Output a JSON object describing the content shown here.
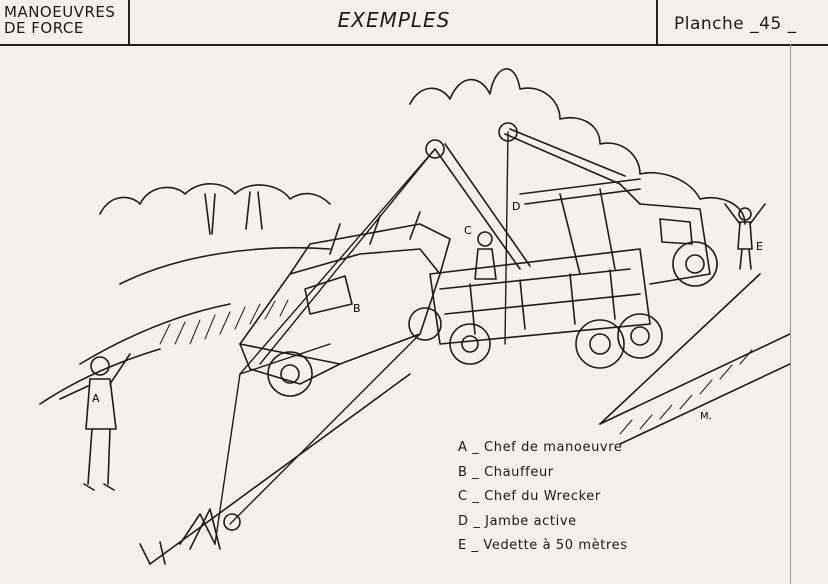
{
  "header": {
    "left_line1": "MANOEUVRES",
    "left_line2": "DE FORCE",
    "title": "EXEMPLES",
    "plate": "Planche _45 _"
  },
  "illustration": {
    "letters": {
      "a": "A",
      "b": "B",
      "c": "C",
      "d": "D",
      "e": "E"
    },
    "signature": "M."
  },
  "legend": [
    "A _ Chef de manoeuvre",
    "B _ Chauffeur",
    "C _ Chef du Wrecker",
    "D _ Jambe active",
    "E _ Vedette à 50 mètres"
  ]
}
